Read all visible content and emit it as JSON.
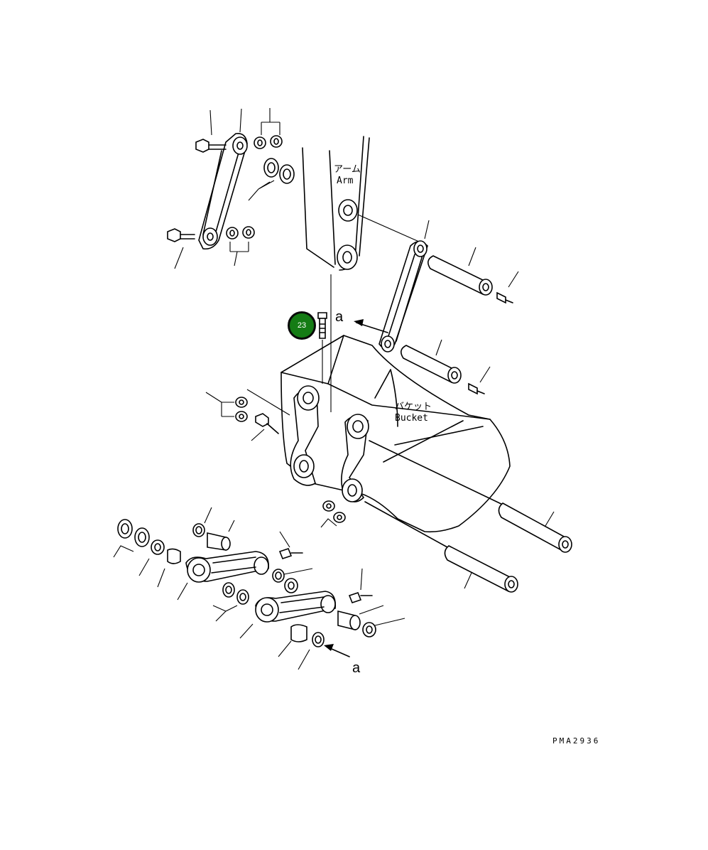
{
  "diagram": {
    "arm_label_jp": "アーム",
    "arm_label_en": "Arm",
    "bucket_label_jp": "バケット",
    "bucket_label_en": "Bucket",
    "ref_letter_top": "a",
    "ref_letter_bottom": "a",
    "drawing_code": "PMA2936"
  },
  "callout": {
    "number": "23",
    "color": "#157c15"
  }
}
